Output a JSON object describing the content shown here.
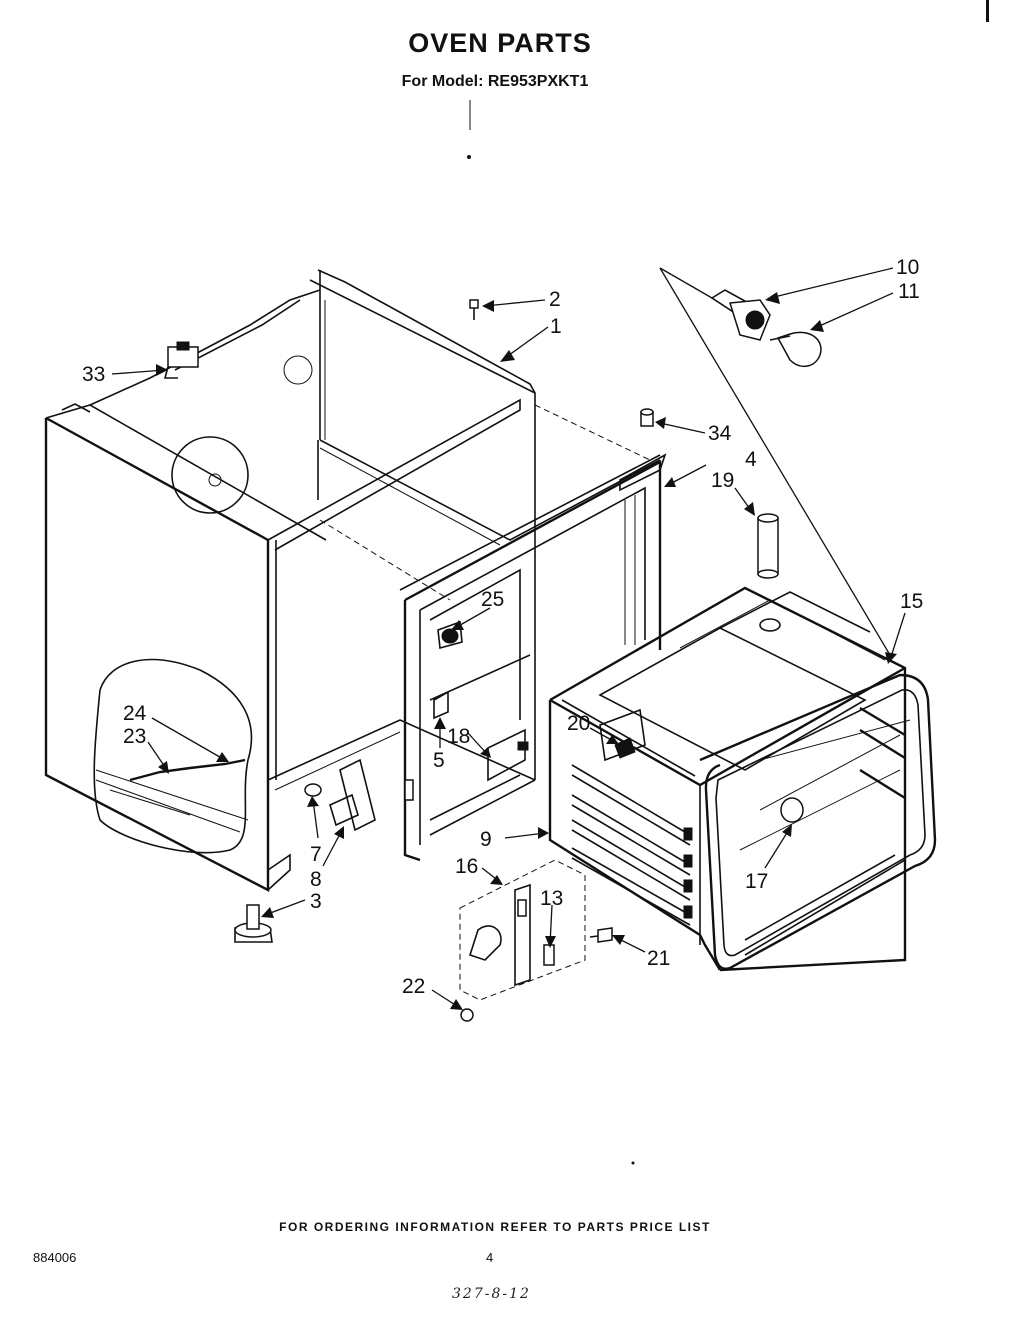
{
  "header": {
    "title": "OVEN PARTS",
    "subtitle": "For Model: RE953PXKT1"
  },
  "footer": {
    "ordering_note": "FOR ORDERING INFORMATION REFER TO PARTS PRICE LIST",
    "doc_number": "884006",
    "page_number": "4",
    "handwritten_note": "327-8-12"
  },
  "callouts": {
    "c1": "1",
    "c2": "2",
    "c3": "3",
    "c4": "4",
    "c5": "5",
    "c7": "7",
    "c8": "8",
    "c9": "9",
    "c10": "10",
    "c11": "11",
    "c13": "13",
    "c15": "15",
    "c16": "16",
    "c17": "17",
    "c18": "18",
    "c19": "19",
    "c20": "20",
    "c21": "21",
    "c22": "22",
    "c23": "23",
    "c24": "24",
    "c25": "25",
    "c33": "33",
    "c34": "34"
  }
}
